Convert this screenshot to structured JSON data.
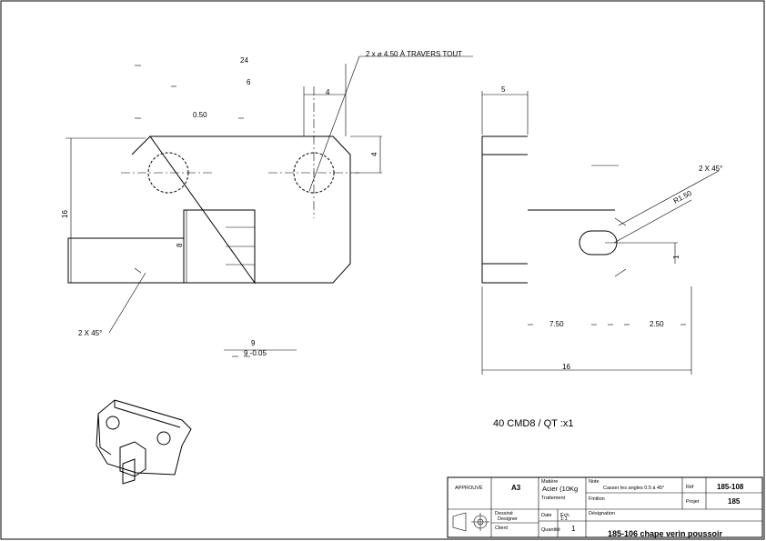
{
  "drawing": {
    "front_view": {
      "dim_overall_width": "24",
      "dim_hole_spacing": "6",
      "dim_chamfer_offset": "0.50",
      "dim_small_top": "4",
      "dim_right_height": "4",
      "dim_height": "16",
      "dim_slot": "8",
      "hole_callout": "2 x ⌀ 4.50 À TRAVERS TOUT",
      "chamfer_callout": "2 X 45°",
      "dim_bottom_value": "9",
      "dim_bottom_tol": "9 -0.05"
    },
    "side_view": {
      "dim_top": "5",
      "chamfer_callout": "2 X 45°",
      "dim_radius": "R1.50",
      "dim_slot": "1",
      "dim_left": "7.50",
      "dim_right": "2.50",
      "dim_bottom": "16"
    },
    "order_note": "40 CMD8 / QT :x1"
  },
  "title_block": {
    "approved_label": "APPROUVÉ",
    "approved_value": "",
    "format": "A3",
    "material_label": "Matière",
    "material": "Acier (10Kg",
    "treatment_label": "Traitement",
    "note_label": "Note",
    "note_value": "Casser les angles 0.5 à 45°",
    "finish_label": "Finition",
    "ref_label": "Réf",
    "ref_value": "185-108",
    "project_label": "Projet",
    "project_value": "185",
    "designer_label": "Dessiné",
    "designer_value": "Designer",
    "client_label": "Client",
    "date_label": "Date",
    "scale_label": "Éch.",
    "scale_value": "1:1",
    "qty_label": "Quantité",
    "qty_value": "1",
    "title_label": "Désignation",
    "title": "185-106 chape verin poussoir"
  }
}
